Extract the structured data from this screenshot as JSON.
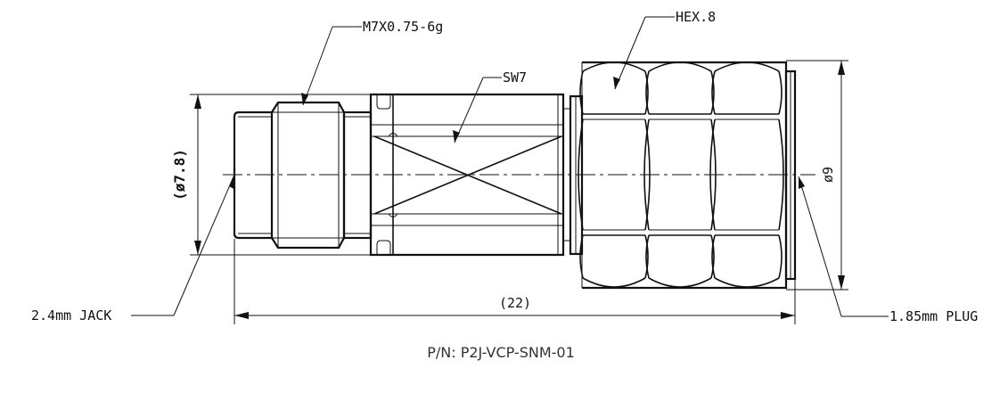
{
  "drawing": {
    "labels": {
      "thread": "M7X0.75-6g",
      "hex": "HEX.8",
      "wrench": "SW7",
      "diameter_left": "(ø7.8)",
      "diameter_right": "ø9",
      "length": "(22)",
      "jack": "2.4mm JACK",
      "plug": "1.85mm PLUG"
    },
    "part_number": "P/N: P2J-VCP-SNM-01"
  }
}
